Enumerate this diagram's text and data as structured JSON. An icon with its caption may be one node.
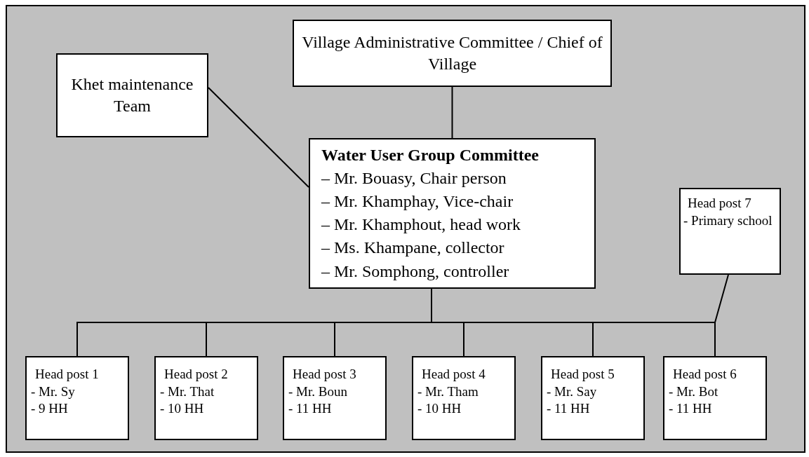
{
  "diagram": {
    "nodes": [
      {
        "text": [
          "Village Administrative Committee / Chief of Village"
        ]
      },
      {
        "text": [
          "Khet maintenance Team"
        ]
      },
      {
        "text": [
          "Water User Group Committee",
          "– Mr. Bouasy, Chair person",
          "– Mr. Khamphay, Vice-chair",
          "– Mr. Khamphout, head work",
          "– Ms. Khampane, collector",
          "– Mr. Somphong, controller"
        ]
      },
      {
        "text": [
          "Head post 7",
          "- Primary school"
        ]
      },
      {
        "text": [
          "Head post 1",
          "- Mr. Sy",
          "- 9 HH"
        ]
      },
      {
        "text": [
          "Head post 2",
          "- Mr. That",
          "- 10 HH"
        ]
      },
      {
        "text": [
          "Head post 3",
          "- Mr. Boun",
          "- 11 HH"
        ]
      },
      {
        "text": [
          "Head post 4",
          "- Mr. Tham",
          "- 10 HH"
        ]
      },
      {
        "text": [
          "Head post 5",
          "- Mr. Say",
          "- 11 HH"
        ]
      },
      {
        "text": [
          "Head post 6",
          "- Mr. Bot",
          "- 11 HH"
        ]
      }
    ],
    "edges": [
      {
        "from": 0,
        "to": 2,
        "arrow": "none"
      },
      {
        "from": 1,
        "to": 2,
        "arrow": "none"
      },
      {
        "from": 2,
        "to": 4,
        "arrow": "none"
      },
      {
        "from": 2,
        "to": 5,
        "arrow": "none"
      },
      {
        "from": 2,
        "to": 6,
        "arrow": "none"
      },
      {
        "from": 2,
        "to": 7,
        "arrow": "none"
      },
      {
        "from": 2,
        "to": 8,
        "arrow": "none"
      },
      {
        "from": 2,
        "to": 9,
        "arrow": "none"
      },
      {
        "from": 2,
        "to": 3,
        "arrow": "none"
      }
    ]
  }
}
